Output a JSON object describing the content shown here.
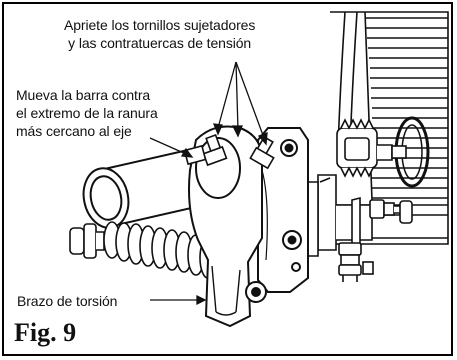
{
  "figure": {
    "label": "Fig. 9",
    "callouts": {
      "tighten": {
        "line1": "Apriete los tornillos sujetadores",
        "line2": "y las contratuercas de tensión"
      },
      "move_bar": {
        "line1": "Mueva la barra contra",
        "line2": "el extremo de la ranura",
        "line3": "más cercano al eje"
      },
      "torsion_arm": "Brazo de torsión"
    }
  }
}
